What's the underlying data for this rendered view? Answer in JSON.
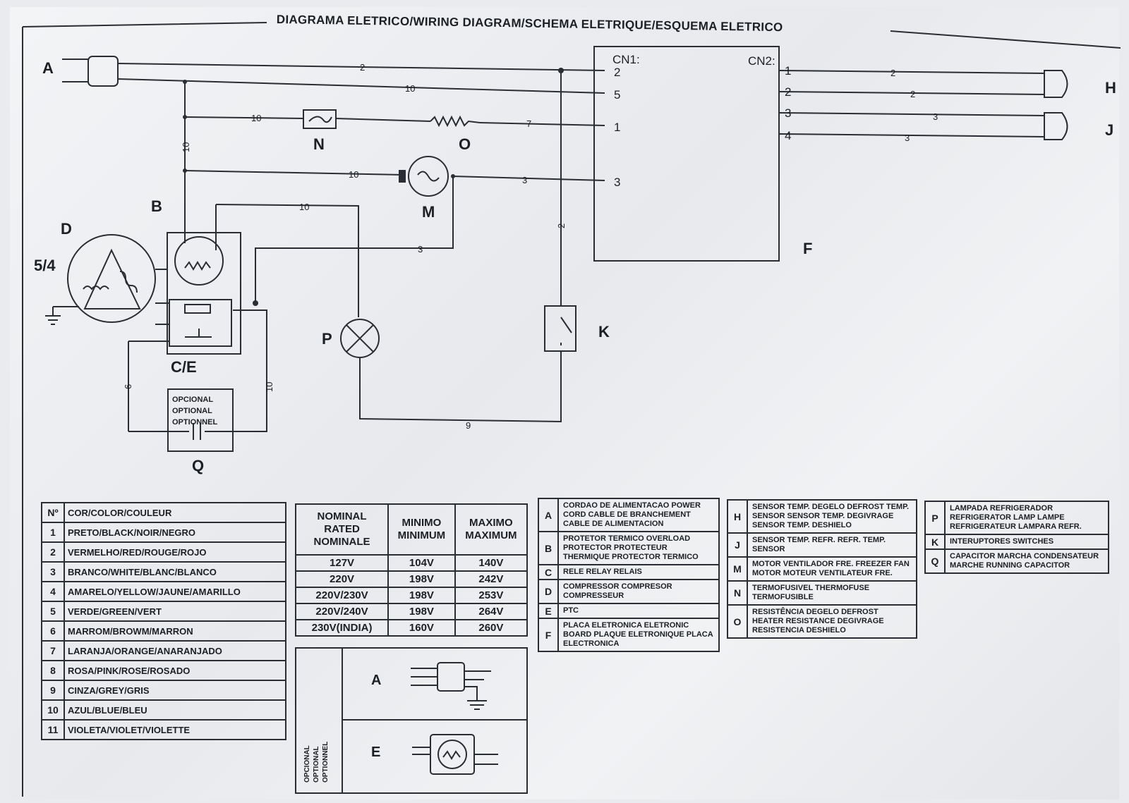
{
  "title": "DIAGRAMA ELETRICO/WIRING DIAGRAM/SCHEMA ELETRIQUE/ESQUEMA ELETRICO",
  "components": {
    "A": "A",
    "B": "B",
    "CE": "C/E",
    "D": "D",
    "D_sub": "5/4",
    "F": "F",
    "H": "H",
    "J": "J",
    "K": "K",
    "M": "M",
    "N": "N",
    "O": "O",
    "P": "P",
    "Q": "Q"
  },
  "connectors": {
    "cn1": {
      "label": "CN1:",
      "pins": [
        "2",
        "5",
        "1",
        "3"
      ]
    },
    "cn2": {
      "label": "CN2:",
      "pins": [
        "1",
        "2",
        "3",
        "4"
      ]
    }
  },
  "wire_numbers": {
    "top_2": "2",
    "top_10": "10",
    "n_10": "10",
    "o_7": "7",
    "vert_10": "10",
    "m_10": "10",
    "m_3": "3",
    "b_10": "10",
    "b_3": "3",
    "k_2": "2",
    "bottom_9": "9",
    "q_6": "6",
    "q_10": "10",
    "h1": "2",
    "h2": "2",
    "j3": "3",
    "j4": "3"
  },
  "optional_label": [
    "OPCIONAL",
    "OPTIONAL",
    "OPTIONNEL"
  ],
  "color_table": {
    "header": {
      "num": "Nº",
      "name": "COR/COLOR/COULEUR"
    },
    "rows": [
      {
        "num": "1",
        "name": "PRETO/BLACK/NOIR/NEGRO"
      },
      {
        "num": "2",
        "name": "VERMELHO/RED/ROUGE/ROJO"
      },
      {
        "num": "3",
        "name": "BRANCO/WHITE/BLANC/BLANCO"
      },
      {
        "num": "4",
        "name": "AMARELO/YELLOW/JAUNE/AMARILLO"
      },
      {
        "num": "5",
        "name": "VERDE/GREEN/VERT"
      },
      {
        "num": "6",
        "name": "MARROM/BROWM/MARRON"
      },
      {
        "num": "7",
        "name": "LARANJA/ORANGE/ANARANJADO"
      },
      {
        "num": "8",
        "name": "ROSA/PINK/ROSE/ROSADO"
      },
      {
        "num": "9",
        "name": "CINZA/GREY/GRIS"
      },
      {
        "num": "10",
        "name": "AZUL/BLUE/BLEU"
      },
      {
        "num": "11",
        "name": "VIOLETA/VIOLET/VIOLETTE"
      }
    ]
  },
  "voltage_table": {
    "headers": [
      "NOMINAL RATED NOMINALE",
      "MINIMO MINIMUM",
      "MAXIMO MAXIMUM"
    ],
    "rows": [
      [
        "127V",
        "104V",
        "140V"
      ],
      [
        "220V",
        "198V",
        "242V"
      ],
      [
        "220V/230V",
        "198V",
        "253V"
      ],
      [
        "220V/240V",
        "198V",
        "264V"
      ],
      [
        "230V(INDIA)",
        "160V",
        "260V"
      ]
    ]
  },
  "optional_parts": {
    "side": [
      "OPCIONAL",
      "OPTIONAL",
      "OPTIONNEL"
    ],
    "items": [
      "A",
      "E"
    ]
  },
  "legend": {
    "col1": [
      {
        "key": "A",
        "text": "CORDAO DE ALIMENTACAO POWER CORD CABLE DE BRANCHEMENT CABLE DE ALIMENTACION"
      },
      {
        "key": "B",
        "text": "PROTETOR TERMICO OVERLOAD PROTECTOR PROTECTEUR THERMIQUE PROTECTOR TERMICO"
      },
      {
        "key": "C",
        "text": "RELE RELAY RELAIS"
      },
      {
        "key": "D",
        "text": "COMPRESSOR COMPRESOR COMPRESSEUR"
      },
      {
        "key": "E",
        "text": "PTC"
      },
      {
        "key": "F",
        "text": "PLACA ELETRONICA ELETRONIC BOARD PLAQUE ELETRONIQUE PLACA ELECTRONICA"
      }
    ],
    "col2": [
      {
        "key": "H",
        "text": "SENSOR TEMP. DEGELO DEFROST TEMP. SENSOR SENSOR TEMP. DEGIVRAGE SENSOR TEMP. DESHIELO"
      },
      {
        "key": "J",
        "text": "SENSOR TEMP. REFR. REFR. TEMP. SENSOR"
      },
      {
        "key": "M",
        "text": "MOTOR VENTILADOR FRE. FREEZER FAN MOTOR MOTEUR VENTILATEUR FRE."
      },
      {
        "key": "N",
        "text": "TERMOFUSIVEL THERMOFUSE TERMOFUSIBLE"
      },
      {
        "key": "O",
        "text": "RESISTÊNCIA DEGELO DEFROST HEATER RESISTANCE DEGIVRAGE RESISTENCIA DESHIELO"
      }
    ],
    "col3": [
      {
        "key": "P",
        "text": "LAMPADA REFRIGERADOR REFRIGERATOR LAMP LAMPE REFRIGERATEUR LAMPARA REFR."
      },
      {
        "key": "K",
        "text": "INTERUPTORES SWITCHES"
      },
      {
        "key": "Q",
        "text": "CAPACITOR MARCHA CONDENSATEUR MARCHE RUNNING CAPACITOR"
      }
    ]
  }
}
